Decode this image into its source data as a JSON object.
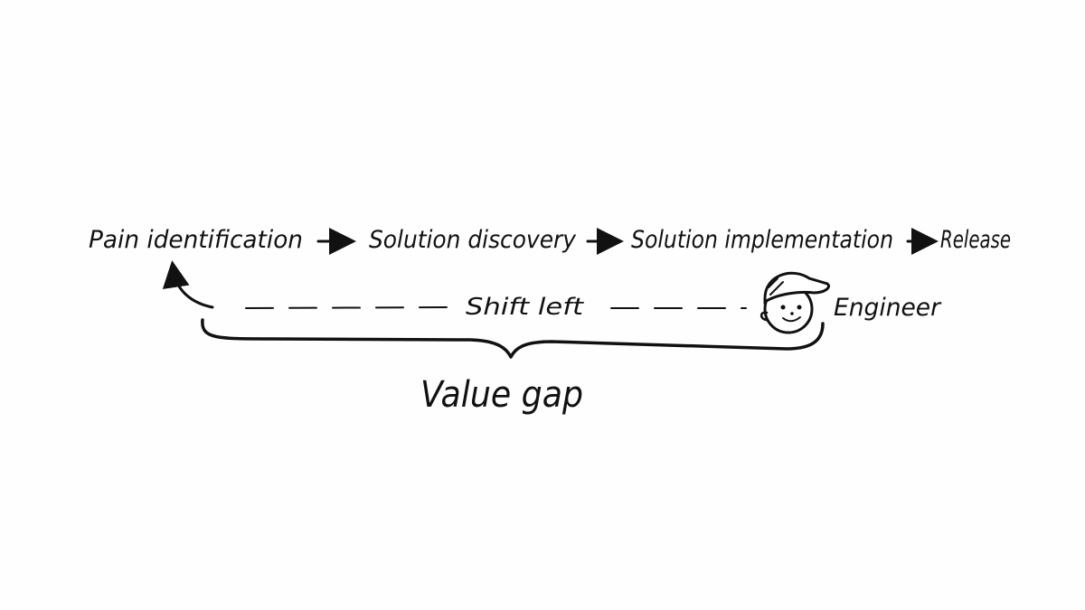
{
  "stages": [
    "Pain identification",
    "Solution discovery",
    "Solution implementation",
    "Release"
  ],
  "shift_label": "Shift left",
  "actor_label": "Engineer",
  "gap_label": "Value gap",
  "icons": {
    "actor": "engineer-face-with-cap-icon",
    "flow": "arrow-right-icon",
    "return": "curved-arrow-up-icon"
  },
  "colors": {
    "ink": "#111111",
    "background": "#fefefe"
  }
}
